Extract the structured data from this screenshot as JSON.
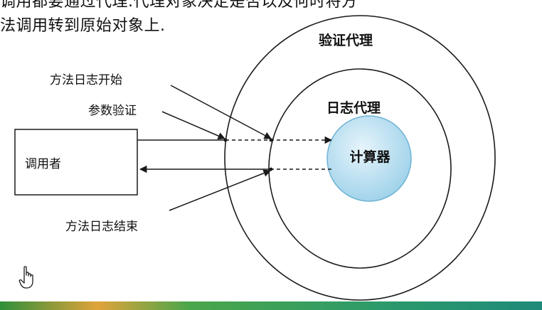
{
  "slide": {
    "text_line_1": "调用都要通过代理.代理对象决定是否以及何时将方",
    "text_line_2": "法调用转到原始对象上."
  },
  "diagram": {
    "outer_ring_label": "验证代理",
    "inner_ring_label": "日志代理",
    "core_label": "计算器",
    "caller_label": "调用者",
    "annotation_method_log_start": "方法日志开始",
    "annotation_param_validation": "参数验证",
    "annotation_method_log_end": "方法日志结束"
  },
  "colors": {
    "core_fill_light": "#e6f4fb",
    "core_fill_dark": "#9fd2ea",
    "core_stroke": "#6fb3d4",
    "line": "#1a1a1a",
    "footer_green": "#3f9c3a",
    "footer_orange": "#e0a33a",
    "footer_teal": "#1f8a7a"
  },
  "icons": {
    "cursor": "hand-pointer-icon"
  }
}
